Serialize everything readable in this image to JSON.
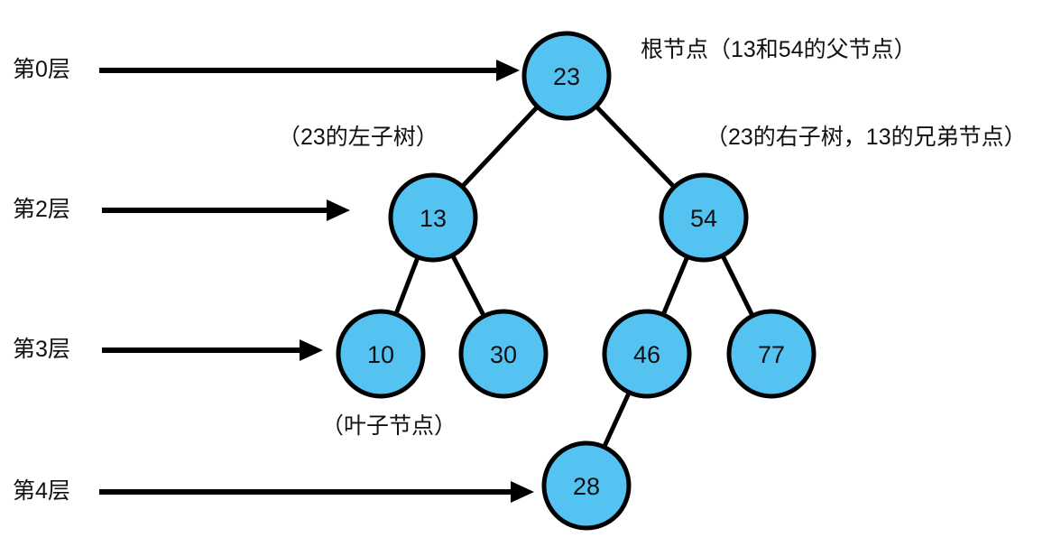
{
  "diagram": {
    "type": "binary-tree",
    "nodes": [
      {
        "value": "23",
        "level": 0,
        "role": "root"
      },
      {
        "value": "13",
        "level": 2,
        "role": "internal"
      },
      {
        "value": "54",
        "level": 2,
        "role": "internal"
      },
      {
        "value": "10",
        "level": 3,
        "role": "leaf"
      },
      {
        "value": "30",
        "level": 3,
        "role": "leaf"
      },
      {
        "value": "46",
        "level": 3,
        "role": "internal"
      },
      {
        "value": "77",
        "level": 3,
        "role": "leaf"
      },
      {
        "value": "28",
        "level": 4,
        "role": "leaf"
      }
    ],
    "edges": [
      [
        "23",
        "13"
      ],
      [
        "23",
        "54"
      ],
      [
        "13",
        "10"
      ],
      [
        "13",
        "30"
      ],
      [
        "54",
        "46"
      ],
      [
        "54",
        "77"
      ],
      [
        "46",
        "28"
      ]
    ]
  },
  "levels": [
    {
      "label": "第0层"
    },
    {
      "label": "第2层"
    },
    {
      "label": "第3层"
    },
    {
      "label": "第4层"
    }
  ],
  "annotations": {
    "root_note": "根节点（13和54的父节点）",
    "left_subtree_note": "（23的左子树）",
    "right_subtree_note": "（23的右子树，13的兄弟节点）",
    "leaf_note": "（叶子节点）"
  },
  "colors": {
    "node_fill": "#55C3F2",
    "node_stroke": "#000000",
    "line": "#000000",
    "text": "#111111",
    "background": "#ffffff"
  }
}
